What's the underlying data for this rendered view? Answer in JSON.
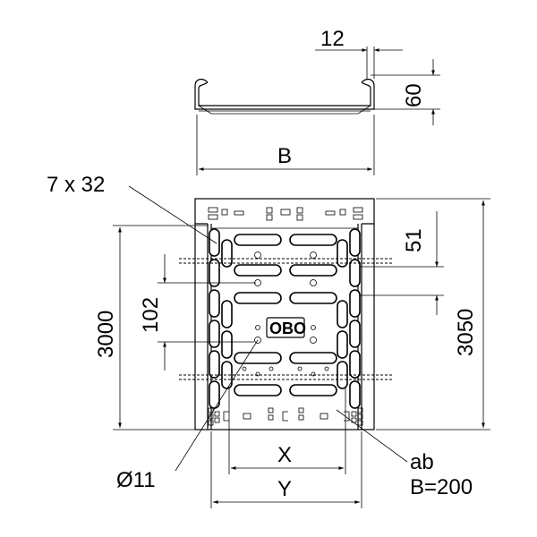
{
  "labels": {
    "top_width": "12",
    "top_height": "60",
    "width_b": "B",
    "slot_size": "7 x 32",
    "pitch_51": "51",
    "pitch_102": "102",
    "length_3000": "3000",
    "length_3050": "3050",
    "dim_x": "X",
    "dim_y": "Y",
    "hole_dia": "Ø11",
    "ab": "ab",
    "b_value": "B=200",
    "logo": "OBO"
  }
}
